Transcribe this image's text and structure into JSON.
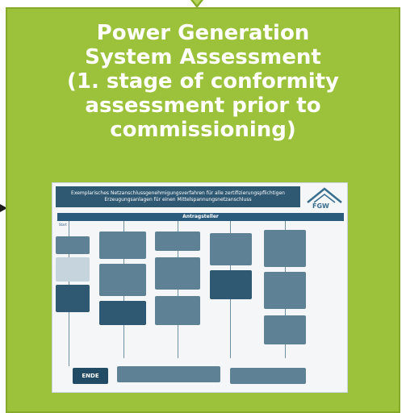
{
  "card": {
    "title_lines": [
      "Power Generation",
      "System Assessment",
      "(1. stage of conformity",
      "assessment prior to",
      "commissioning)"
    ]
  },
  "flowchart": {
    "header": "Exemplarisches Netzanschlussgenehmigungsverfahren für alle zertifizierungspflichtigen Erzeugungsanlagen für einen Mittelspannungsnetzanschluss",
    "logo_text": "FGW",
    "lane_label": "Antragsteller",
    "start_label": "Start",
    "end_label": "ENDE"
  },
  "colors": {
    "card_green": "#9bc23a",
    "card_border": "#86ab2a",
    "flow_dark": "#2f5872",
    "flow_mid": "#5f8196"
  }
}
